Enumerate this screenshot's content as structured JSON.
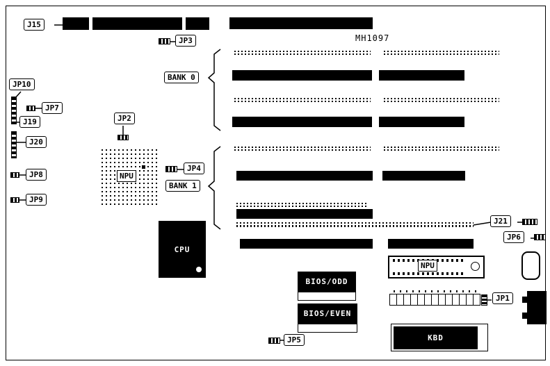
{
  "board": {
    "model": "MH1097"
  },
  "labels": {
    "j15": "J15",
    "jp3": "JP3",
    "bank0": "BANK 0",
    "bank1": "BANK 1",
    "jp10": "JP10",
    "jp7": "JP7",
    "j19": "J19",
    "j20": "J20",
    "jp2": "JP2",
    "jp4": "JP4",
    "jp8": "JP8",
    "jp9": "JP9",
    "npu_socket": "NPU",
    "cpu": "CPU",
    "bios_odd": "BIOS/ODD",
    "bios_even": "BIOS/EVEN",
    "npu_chip": "NPU",
    "jp1": "JP1",
    "jp5": "JP5",
    "j21": "J21",
    "jp6": "JP6",
    "kbd": "KBD"
  }
}
